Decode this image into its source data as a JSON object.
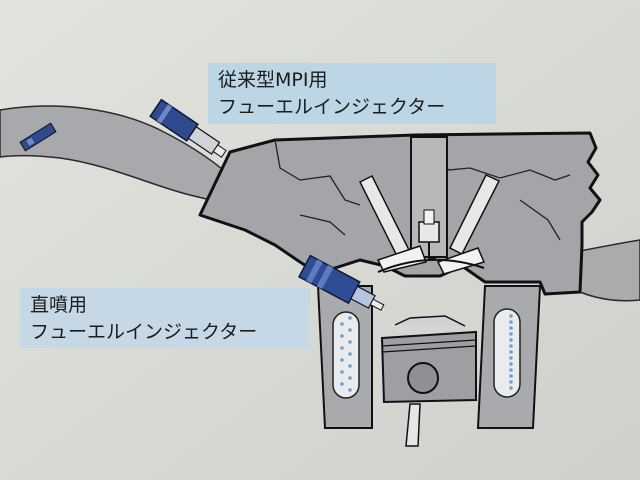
{
  "labels": {
    "conventional_mpi": {
      "line1": "従来型MPI用",
      "line2": "フューエルインジェクター"
    },
    "direct_injection": {
      "line1": "直噴用",
      "line2": "フューエルインジェクター"
    }
  },
  "colors": {
    "background": "#d9dad6",
    "label_box": "#bcd6e6",
    "engine_body": "#a9abad",
    "outline": "#111111",
    "injector_blue": "#2f4a8f",
    "coolant_dots": "#6f9fd6"
  }
}
